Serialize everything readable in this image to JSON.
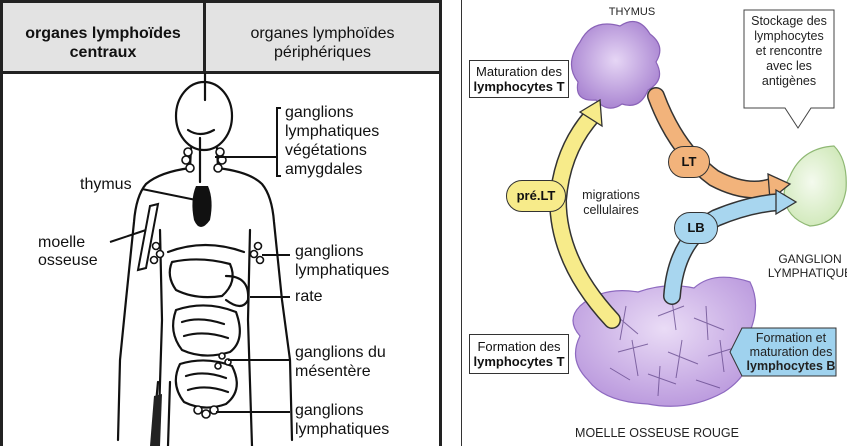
{
  "left_panel": {
    "header": {
      "col1_line1": "organes lymphoïdes",
      "col1_line2": "centraux",
      "col2_line1": "organes lymphoïdes",
      "col2_line2": "périphériques"
    },
    "labels": {
      "ganglions_1": "ganglions",
      "lymphatiques_1": "lymphatiques",
      "vegetations": "végétations",
      "amygdales": "amygdales",
      "thymus": "thymus",
      "moelle": "moelle",
      "osseuse": "osseuse",
      "ganglions_2": "ganglions",
      "lymphatiques_2": "lymphatiques",
      "rate": "rate",
      "ganglions_du": "ganglions du",
      "mesentere": "mésentère",
      "ganglions_3": "ganglions",
      "lymphatiques_3": "lymphatiques"
    }
  },
  "right_panel": {
    "thymus_title": "THYMUS",
    "maturation_box": {
      "line1": "Maturation des",
      "line2": "lymphocytes T"
    },
    "stockage_box": {
      "line1": "Stockage des",
      "line2": "lymphocytes",
      "line3": "et rencontre",
      "line4": "avec les",
      "line5": "antigènes"
    },
    "pre_lt": "pré.LT",
    "lt": "LT",
    "lb": "LB",
    "migrations": {
      "line1": "migrations",
      "line2": "cellulaires"
    },
    "ganglion": {
      "line1": "GANGLION",
      "line2": "LYMPHATIQUE"
    },
    "formation_t_box": {
      "line1": "Formation des",
      "line2": "lymphocytes T"
    },
    "formation_b_box": {
      "line1": "Formation et",
      "line2": "maturation des",
      "line3": "lymphocytes B"
    },
    "moelle_title": "MOELLE OSSEUSE ROUGE",
    "colors": {
      "organ_purple": "#b48cd6",
      "organ_purple_light": "#d9c2ef",
      "ganglion_green": "#e4f2d4",
      "arrow_yellow": "#f7eb8a",
      "arrow_orange": "#f2b37b",
      "arrow_blue": "#a8d6ef",
      "box_blue": "#9fd2ee"
    }
  }
}
